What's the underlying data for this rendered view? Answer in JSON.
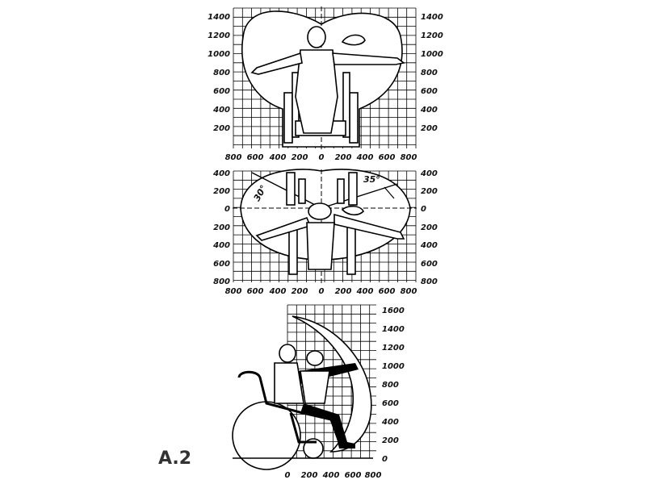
{
  "figure_label": "A.2",
  "colors": {
    "ink": "#000000",
    "paper": "#ffffff",
    "label": "#333333"
  },
  "front_view": {
    "y_ticks": [
      "1400",
      "1200",
      "1000",
      "800",
      "600",
      "400",
      "200"
    ],
    "x_ticks": [
      "800",
      "600",
      "400",
      "200",
      "0",
      "200",
      "400",
      "600",
      "800"
    ]
  },
  "top_view": {
    "y_ticks": [
      "400",
      "200",
      "0",
      "200",
      "400",
      "600",
      "800"
    ],
    "x_ticks": [
      "800",
      "600",
      "400",
      "200",
      "0",
      "200",
      "400",
      "600",
      "800"
    ],
    "angle_left": "30°",
    "angle_right": "35°"
  },
  "side_view": {
    "y_ticks": [
      "1600",
      "1400",
      "1200",
      "1000",
      "800",
      "600",
      "400",
      "200",
      "0"
    ],
    "x_ticks": [
      "0",
      "200",
      "400",
      "600",
      "800"
    ]
  }
}
